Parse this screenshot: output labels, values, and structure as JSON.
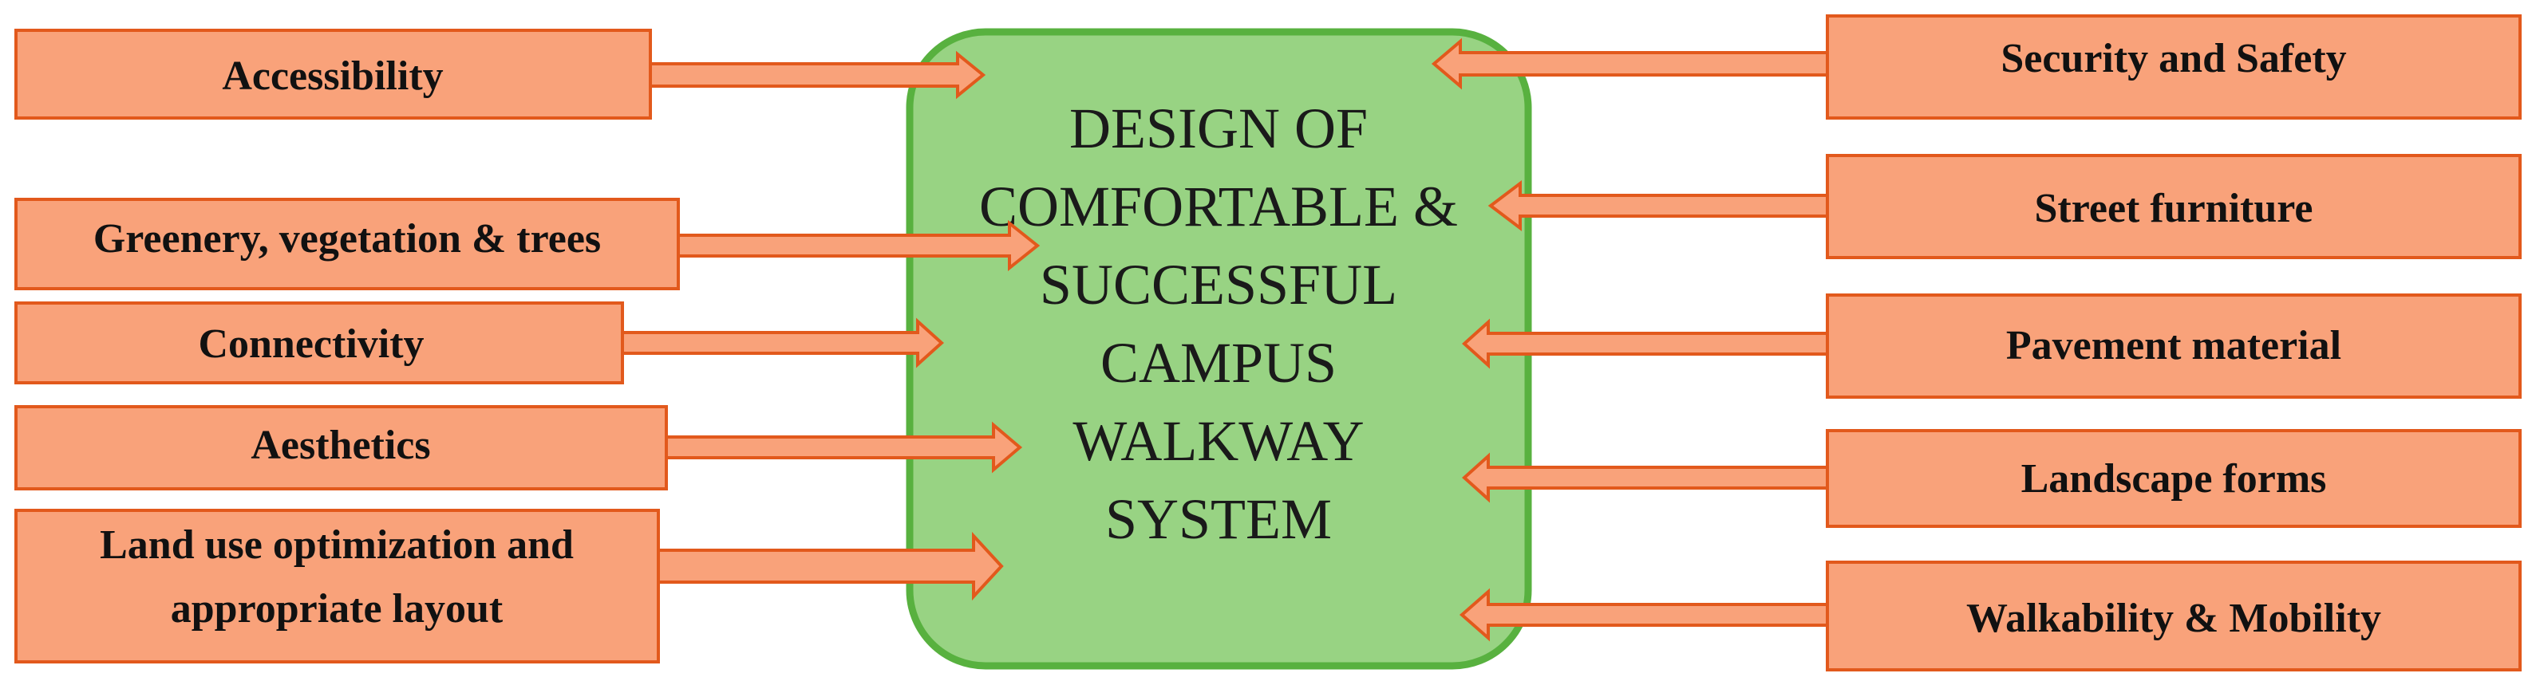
{
  "diagram": {
    "center": {
      "lines": [
        "DESIGN OF",
        "COMFORTABLE &",
        "SUCCESSFUL",
        "CAMPUS",
        "WALKWAY",
        "SYSTEM"
      ]
    },
    "left_factors": [
      {
        "id": "accessibility",
        "lines": [
          "Accessibility"
        ]
      },
      {
        "id": "greenery",
        "lines": [
          "Greenery, vegetation & trees"
        ]
      },
      {
        "id": "connectivity",
        "lines": [
          "Connectivity"
        ]
      },
      {
        "id": "aesthetics",
        "lines": [
          "Aesthetics"
        ]
      },
      {
        "id": "land-use",
        "lines": [
          "Land use optimization and",
          "appropriate layout"
        ]
      }
    ],
    "right_factors": [
      {
        "id": "security",
        "lines": [
          "Security and Safety"
        ]
      },
      {
        "id": "street-furniture",
        "lines": [
          "Street furniture"
        ]
      },
      {
        "id": "pavement",
        "lines": [
          "Pavement material"
        ]
      },
      {
        "id": "landscape",
        "lines": [
          "Landscape forms"
        ]
      },
      {
        "id": "walkability",
        "lines": [
          "Walkability & Mobility"
        ]
      }
    ],
    "colors": {
      "box_fill": "#f9a27a",
      "box_stroke": "#e2591c",
      "center_fill": "#98d383",
      "center_stroke": "#58b13f"
    }
  }
}
